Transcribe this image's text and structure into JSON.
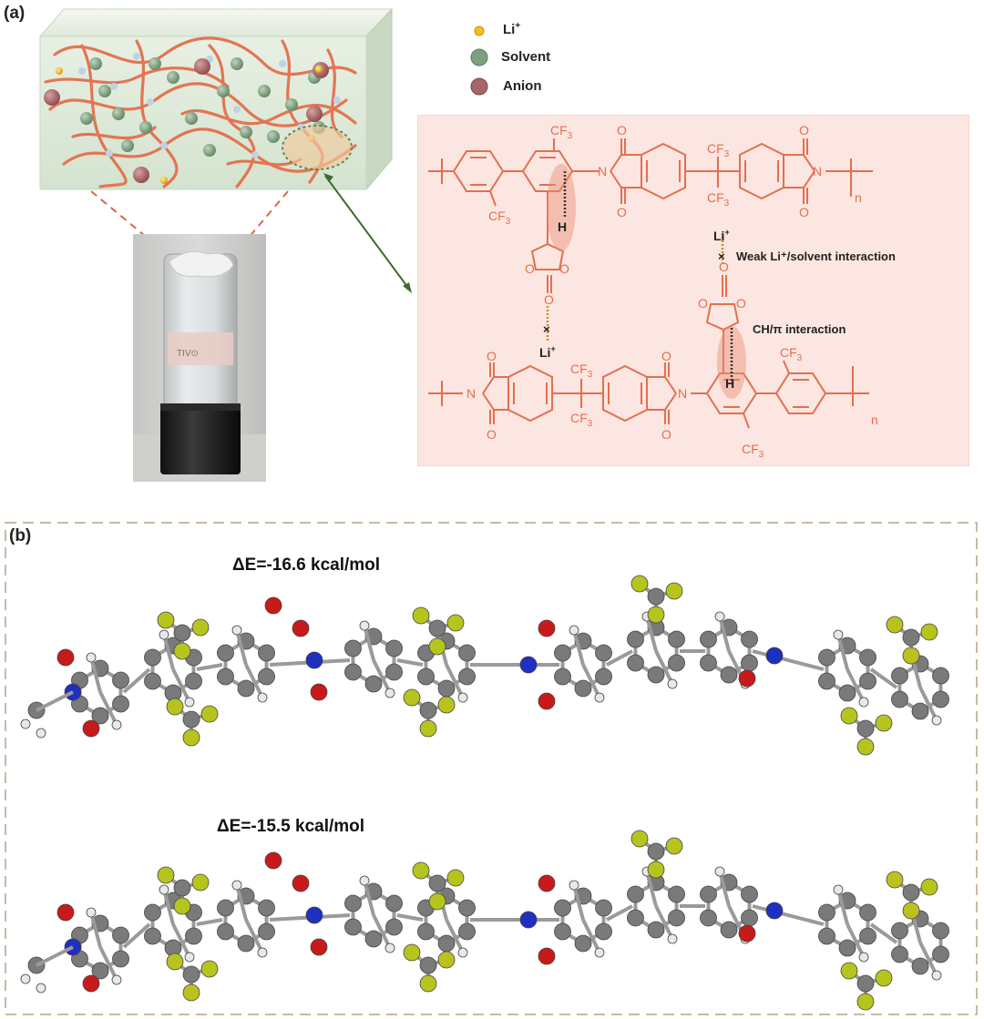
{
  "panel_a": {
    "label": "(a)",
    "legend": [
      {
        "label": "Li",
        "sup": "+",
        "color": "#f2c01c",
        "icon": "li-ion-dot"
      },
      {
        "label": "Solvent",
        "sup": "",
        "color": "#7fa07e",
        "icon": "solvent-sphere"
      },
      {
        "label": "Anion",
        "sup": "",
        "color": "#a86565",
        "icon": "anion-sphere"
      }
    ],
    "chem": {
      "cf3": "CF",
      "cf3_sub": "3",
      "n": "N",
      "o": "O",
      "h": "H",
      "li": "Li",
      "li_sup": "+",
      "repeat": "n",
      "weak_interaction": "Weak Li⁺/solvent interaction",
      "ch_pi": "CH/π interaction"
    },
    "colors": {
      "polymer": "#e46f4e",
      "box_face": "#e4efe1",
      "panel_bg": "#fbe6e1",
      "arrow": "#3d6b2e"
    }
  },
  "panel_b": {
    "label": "(b)",
    "energy_top": "ΔE=-16.6 kcal/mol",
    "energy_bottom": "ΔE=-15.5 kcal/mol",
    "atom_colors": {
      "carbon": "#7a7a7a",
      "oxygen": "#c81a1a",
      "nitrogen": "#1f2fbf",
      "fluorine": "#b7c41e",
      "hydrogen": "#e8e8e8"
    }
  }
}
